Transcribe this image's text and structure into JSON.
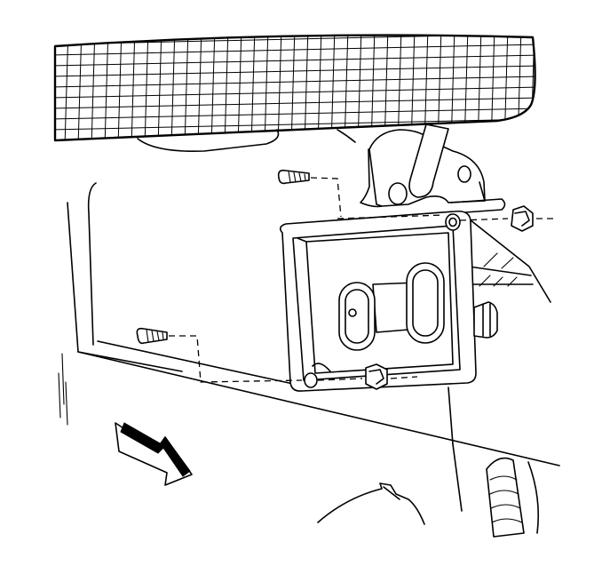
{
  "diagram": {
    "parts": [
      {
        "id": "accelerator-pedal",
        "icon": "grid-pad"
      },
      {
        "id": "pedal-arm",
        "icon": "lever"
      },
      {
        "id": "mounting-bracket",
        "icon": "bracket"
      },
      {
        "id": "upper-screw",
        "icon": "screw-icon"
      },
      {
        "id": "lower-screw",
        "icon": "screw-icon"
      },
      {
        "id": "upper-nut",
        "icon": "nut-icon"
      },
      {
        "id": "lower-nut",
        "icon": "nut-icon"
      },
      {
        "id": "module-connector",
        "icon": "connector-icon"
      },
      {
        "id": "side-stud",
        "icon": "stud-icon"
      },
      {
        "id": "forward-arrow",
        "icon": "arrow-icon"
      }
    ],
    "colors": {
      "line": "#000000",
      "background": "#ffffff"
    }
  }
}
